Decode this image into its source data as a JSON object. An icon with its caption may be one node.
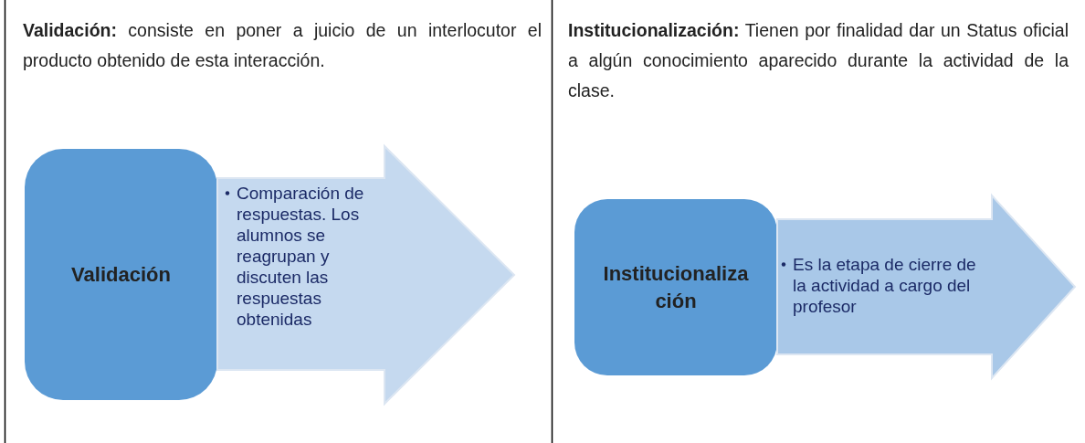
{
  "diagram": {
    "nodes": [
      {
        "text": [
          "Validación"
        ]
      },
      {
        "text": [
          "Comparación de respuestas. Los alumnos se reagrupan y discuten las respuestas obtenidas"
        ]
      },
      {
        "text": [
          "Institucionalización"
        ]
      },
      {
        "text": [
          "Es la etapa de cierre de la actividad a cargo del profesor"
        ]
      }
    ],
    "labels": [
      "**Validación:** consiste en poner a juicio de un interlocutor el producto obtenido de esta interacción.",
      "**Institucionalización:** Tienen por finalidad dar un Status oficial a algún conocimiento aparecido durante la actividad de la clase."
    ]
  }
}
